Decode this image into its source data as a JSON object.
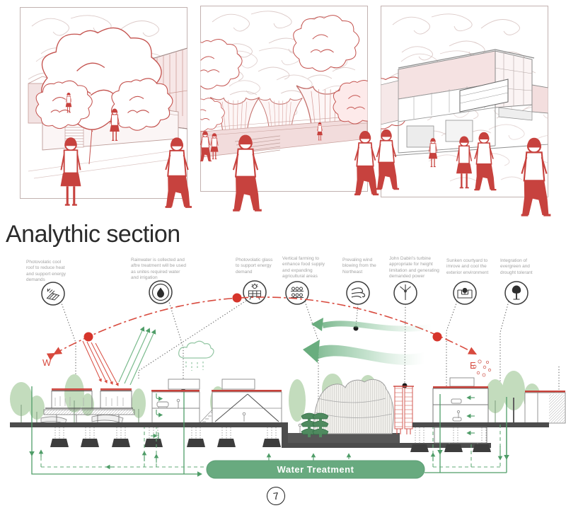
{
  "title": "Analythic section",
  "page_number": "7",
  "compass": {
    "west": "W",
    "east": "E"
  },
  "water_treatment": {
    "label": "Water Treatment"
  },
  "colors": {
    "accent_red": "#c8413a",
    "diagram_red": "#d84a3e",
    "flow_green": "#4f9d68",
    "tree_green": "#c3dcbd",
    "pill_green": "#68aa7f",
    "pink_fill": "#f5e2e2",
    "ink_gray": "#3a3a3a"
  },
  "annotations": [
    {
      "icon": "solar-roof-icon",
      "label": "Photovolatic cool roof to reduce heat and support energy demands"
    },
    {
      "icon": "rainwater-icon",
      "label": "Rainwater is collected and aftre treatment will be used as unites required water and irrigation"
    },
    {
      "icon": "pv-glass-icon",
      "label": "Photovolatic glass to support energy demand"
    },
    {
      "icon": "vertical-farm-icon",
      "label": "Vertical farming to enhance food supply and expanding agricultural areas"
    },
    {
      "icon": "prevailing-wind-icon",
      "label": "Prevaling wind blowing from the Northeast"
    },
    {
      "icon": "turbine-icon",
      "label": "John Dabiri's turbine appropriate for height limitation and generating demanded power"
    },
    {
      "icon": "sunken-courtyard-icon",
      "label": "Sunken courtyard to imrove and cool the exterior environment"
    },
    {
      "icon": "evergreen-icon",
      "label": "Integration of evergreen and drought tolerant"
    }
  ]
}
